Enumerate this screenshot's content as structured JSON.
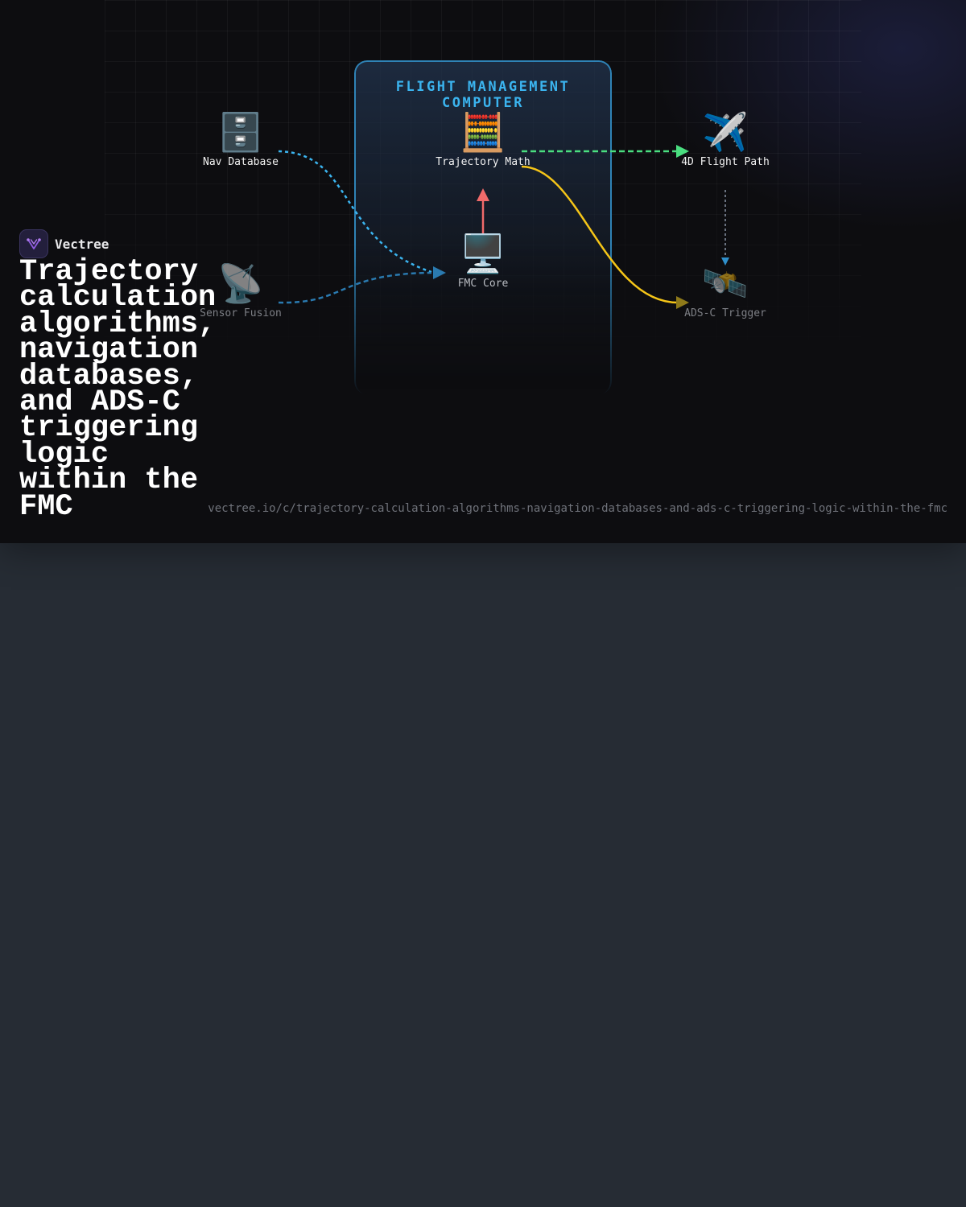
{
  "diagram": {
    "container_title": "FLIGHT MANAGEMENT COMPUTER",
    "nodes": {
      "nav_database": {
        "label": "Nav Database",
        "icon": "file-cabinet-icon"
      },
      "sensor_fusion": {
        "label": "Sensor Fusion",
        "icon": "satellite-dish-icon"
      },
      "trajectory_math": {
        "label": "Trajectory Math",
        "icon": "abacus-icon"
      },
      "fmc_core": {
        "label": "FMC Core",
        "icon": "desktop-computer-icon"
      },
      "flight_path": {
        "label": "4D Flight Path",
        "icon": "airplane-icon"
      },
      "adsc_trigger": {
        "label": "ADS-C Trigger",
        "icon": "satellite-icon"
      }
    },
    "edges": [
      {
        "from": "nav_database",
        "to": "fmc_core",
        "color": "#3bb4ef",
        "style": "dotted"
      },
      {
        "from": "sensor_fusion",
        "to": "fmc_core",
        "color": "#2a7ab0",
        "style": "dashed"
      },
      {
        "from": "fmc_core",
        "to": "trajectory_math",
        "color": "#f06a6a",
        "style": "solid"
      },
      {
        "from": "trajectory_math",
        "to": "flight_path",
        "color": "#4ade80",
        "style": "dashed"
      },
      {
        "from": "trajectory_math",
        "to": "adsc_trigger",
        "color": "#f5c518",
        "style": "solid"
      },
      {
        "from": "flight_path",
        "to": "adsc_trigger",
        "color": "#8a94a6",
        "style": "dotted"
      }
    ],
    "colors": {
      "container_border": "#2f83b6",
      "title": "#3bb4ef",
      "background": "#0d0d10"
    }
  },
  "brand": {
    "name": "Vectree",
    "logo_icon": "vectree-logo-icon"
  },
  "headline": "Trajectory calculation algorithms, navigation databases, and ADS-C triggering logic within the FMC",
  "url": "vectree.io/c/trajectory-calculation-algorithms-navigation-databases-and-ads-c-triggering-logic-within-the-fmc"
}
